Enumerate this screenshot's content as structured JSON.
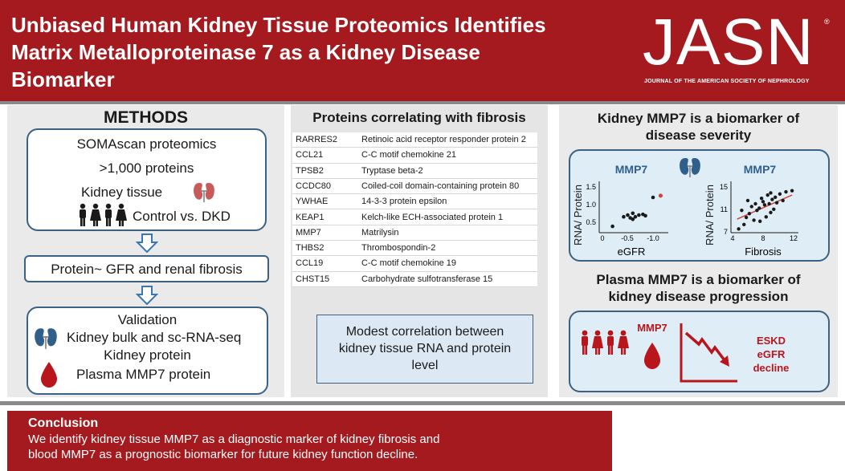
{
  "header": {
    "title_lines": [
      "Unbiased Human Kidney Tissue Proteomics Identifies",
      "Matrix Metalloproteinase 7 as a Kidney Disease",
      "Biomarker"
    ],
    "logo": "JASN",
    "logo_mark": "®",
    "logo_sub": "JOURNAL OF THE AMERICAN SOCIETY OF NEPHROLOGY"
  },
  "methods": {
    "title": "METHODS",
    "box1": {
      "line1": "SOMAscan proteomics",
      "line2": ">1,000 proteins",
      "line3": "Kidney tissue",
      "line4": "Control vs. DKD"
    },
    "box2": {
      "text": "Protein~ GFR and renal fibrosis"
    },
    "box3": {
      "line1": "Validation",
      "line2": "Kidney bulk and sc-RNA-seq",
      "line3": "Kidney protein",
      "line4": "Plasma MMP7 protein"
    }
  },
  "proteins": {
    "title": "Proteins correlating with fibrosis",
    "rows": [
      {
        "code": "RARRES2",
        "name": "Retinoic acid receptor responder protein 2"
      },
      {
        "code": "CCL21",
        "name": "C-C motif chemokine 21"
      },
      {
        "code": "TPSB2",
        "name": "Tryptase beta-2"
      },
      {
        "code": "CCDC80",
        "name": "Coiled-coil domain-containing protein 80"
      },
      {
        "code": "YWHAE",
        "name": "14-3-3 protein epsilon"
      },
      {
        "code": "KEAP1",
        "name": "Kelch-like ECH-associated protein 1"
      },
      {
        "code": "MMP7",
        "name": "Matrilysin"
      },
      {
        "code": "THBS2",
        "name": "Thrombospondin-2"
      },
      {
        "code": "CCL19",
        "name": "C-C motif chemokine 19"
      },
      {
        "code": "CHST15",
        "name": "Carbohydrate sulfotransferase 15"
      }
    ],
    "modest": [
      "Modest correlation between",
      "kidney tissue RNA and protein",
      "level"
    ]
  },
  "mmp": {
    "title1_l1": "Kidney MMP7 is a biomarker of",
    "title1_l2": "disease severity",
    "title2_l1": "Plasma MMP7 is a biomarker of",
    "title2_l2": "kidney disease progression",
    "plot1": {
      "title": "MMP7",
      "ylabel": "RNA/ Protein",
      "xlabel": "eGFR",
      "xticks": [
        "0",
        "-0.5",
        "-1.0"
      ],
      "yticks": [
        "0.5",
        "1.0",
        "1.5"
      ],
      "points": [
        [
          -0.2,
          0.18
        ],
        [
          -0.42,
          0.45
        ],
        [
          -0.5,
          0.5
        ],
        [
          -0.55,
          0.42
        ],
        [
          -0.6,
          0.55
        ],
        [
          -0.65,
          0.45
        ],
        [
          -0.72,
          0.5
        ],
        [
          -0.8,
          0.52
        ],
        [
          -0.85,
          0.48
        ],
        [
          -0.6,
          0.38
        ],
        [
          -1.0,
          1.0
        ]
      ],
      "highlight": [
        -1.15,
        1.05
      ]
    },
    "plot2": {
      "title": "MMP7",
      "ylabel": "RNA/ Protein",
      "xlabel": "Fibrosis",
      "xticks": [
        "4",
        "8",
        "12"
      ],
      "yticks": [
        "7",
        "11",
        "15"
      ],
      "points": [
        [
          4.8,
          7.4
        ],
        [
          5.5,
          8.2
        ],
        [
          5.8,
          9.5
        ],
        [
          6.2,
          10.2
        ],
        [
          6.5,
          11.5
        ],
        [
          6.8,
          9.0
        ],
        [
          7.0,
          12.0
        ],
        [
          7.2,
          10.8
        ],
        [
          7.5,
          11.2
        ],
        [
          7.8,
          13.0
        ],
        [
          8.0,
          12.4
        ],
        [
          8.2,
          11.8
        ],
        [
          8.4,
          9.6
        ],
        [
          8.6,
          13.6
        ],
        [
          8.8,
          12.0
        ],
        [
          9.0,
          14.0
        ],
        [
          9.2,
          12.8
        ],
        [
          9.4,
          11.0
        ],
        [
          9.6,
          13.2
        ],
        [
          9.8,
          12.2
        ],
        [
          10.2,
          13.8
        ],
        [
          10.6,
          12.6
        ],
        [
          11.0,
          14.2
        ],
        [
          11.8,
          14.4
        ],
        [
          6.0,
          12.6
        ],
        [
          5.2,
          10.8
        ],
        [
          7.6,
          8.8
        ],
        [
          9.0,
          10.4
        ]
      ],
      "trend": [
        [
          4.6,
          9.2
        ],
        [
          11.8,
          13.6
        ]
      ]
    },
    "prog": {
      "mmp7": "MMP7",
      "eskd": "ESKD",
      "egfr": "eGFR",
      "decline": "decline"
    }
  },
  "conclusion": {
    "title": "Conclusion",
    "line1": "We identify kidney tissue MMP7 as a diagnostic marker of kidney fibrosis and",
    "line2": "blood MMP7 as a prognostic biomarker for future kidney function decline."
  },
  "colors": {
    "brand_red": "#a41a1e",
    "accent_blue": "#3b6283",
    "kidney_red": "#c85a5a",
    "kidney_blue": "#2f5f8a"
  },
  "icons": [
    "kidney-icon",
    "people-icon",
    "blood-drop-icon",
    "down-arrow-icon",
    "decline-arrow-icon"
  ]
}
